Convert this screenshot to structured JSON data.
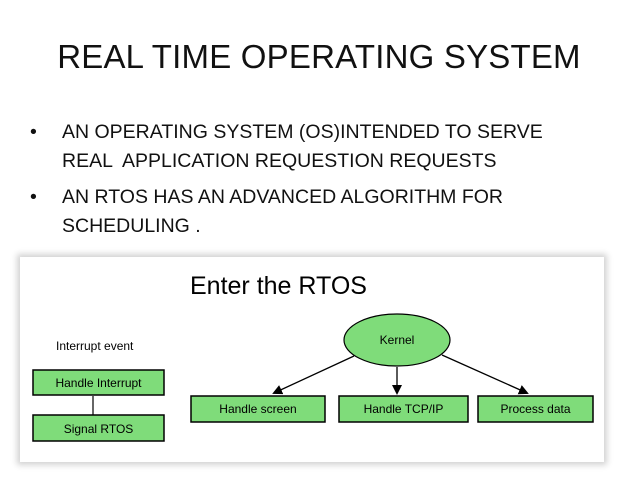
{
  "slide": {
    "title": "REAL TIME OPERATING SYSTEM",
    "bullets": [
      {
        "marker": "•",
        "lines": [
          "AN OPERATING SYSTEM (OS)INTENDED TO SERVE",
          "REAL  APPLICATION REQUESTION REQUESTS"
        ]
      },
      {
        "marker": "•",
        "lines": [
          "AN RTOS HAS AN ADVANCED ALGORITHM FOR",
          "SCHEDULING ."
        ]
      }
    ]
  },
  "figure": {
    "title": "Enter the RTOS",
    "interrupt_event": "Interrupt event",
    "handle_interrupt": "Handle Interrupt",
    "signal_rtos": "Signal RTOS",
    "kernel": "Kernel",
    "handle_screen": "Handle screen",
    "handle_tcpip": "Handle TCP/IP",
    "process_data": "Process data",
    "colors": {
      "box_fill": "#7fdc7a",
      "kernel_fill": "#7fdc7a",
      "stroke": "#000000"
    }
  }
}
